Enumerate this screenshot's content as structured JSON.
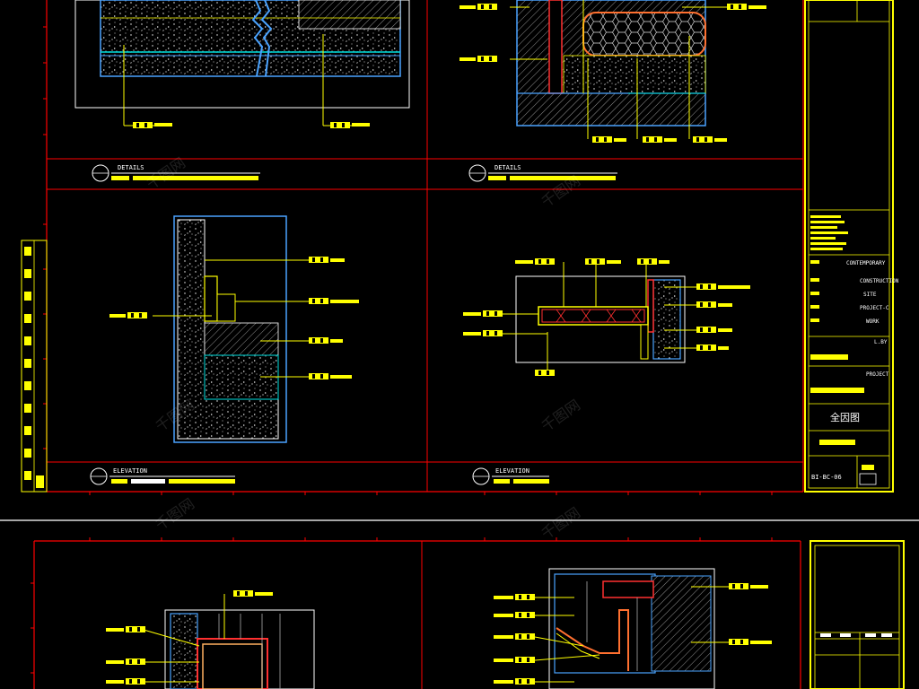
{
  "title_labels": {
    "details_left": "DETAILS",
    "details_right": "DETAILS",
    "elevation_left": "ELEVATION",
    "elevation_right": "ELEVATION"
  },
  "title_block": {
    "company": "CONTEMPORARY",
    "project": "PROJECT",
    "logo_text": "全因图",
    "drawing_no": "BI-BC-06",
    "lines": [
      "CONSTRUCTION",
      "SITE",
      "PROJECT-C",
      "WORK",
      "L.BY"
    ]
  },
  "watermark": "千图网",
  "colors": {
    "background": "#000000",
    "sheet_border": "#ff0000",
    "leader": "#ffff00",
    "outline": "#4aa3ff",
    "wall": "#ffffff",
    "accent": "#ff3030"
  }
}
